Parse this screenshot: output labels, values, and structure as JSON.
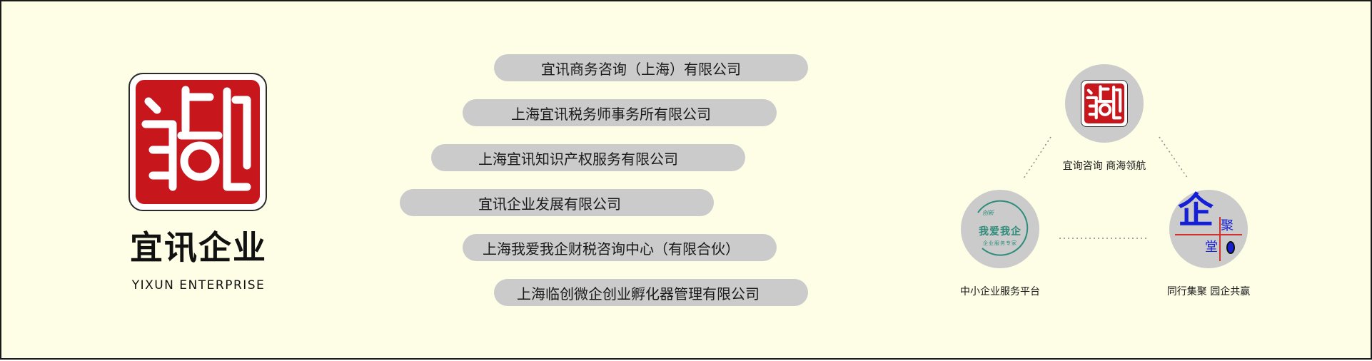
{
  "brand": {
    "name_cn": "宜讯企业",
    "name_en": "YIXUN ENTERPRISE",
    "color": "#C8161D"
  },
  "companies": [
    {
      "label": "宜讯商务咨询（上海）有限公司"
    },
    {
      "label": "上海宜讯税务师事务所有限公司"
    },
    {
      "label": "上海宜讯知识产权服务有限公司"
    },
    {
      "label": "宜讯企业发展有限公司"
    },
    {
      "label": "上海我爱我企财税咨询中心（有限合伙）"
    },
    {
      "label": "上海临创微企创业孵化器管理有限公司"
    }
  ],
  "platforms": {
    "top": {
      "caption": "宜询咨询  商海领航",
      "icon": "yixun-seal-icon"
    },
    "left": {
      "caption": "中小企业服务平台",
      "logo_title": "我爱我企",
      "logo_sub": "企业服务专家",
      "logo_badge": "创新",
      "color": "#2E8C7B"
    },
    "right": {
      "caption": "同行集聚  园企共赢",
      "logo_main": "企",
      "logo_ju": "聚",
      "logo_tang": "堂",
      "color": "#1520D6"
    }
  },
  "colors": {
    "background": "#FEFDE5",
    "pill": "#CBCBCB",
    "border": "#1a1a1a"
  }
}
